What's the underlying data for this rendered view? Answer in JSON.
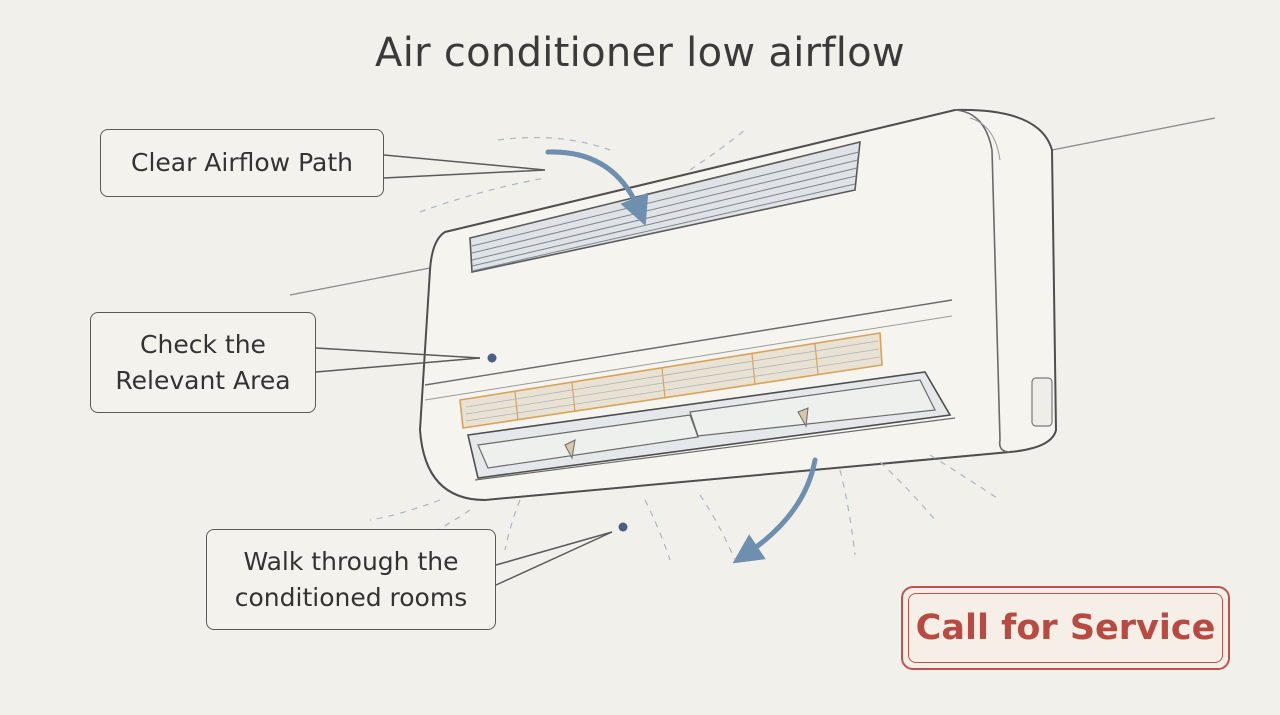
{
  "title": "Air conditioner low airflow",
  "callouts": {
    "airflow": {
      "lines": [
        "Clear Airflow Path"
      ]
    },
    "area": {
      "lines": [
        "Check the",
        "Relevant Area"
      ]
    },
    "rooms": {
      "lines": [
        "Walk through the",
        "conditioned rooms"
      ]
    }
  },
  "action": {
    "label": "Call for Service"
  },
  "colors": {
    "background": "#f2f0ea",
    "outline": "#5a5a5a",
    "airflow_arrow": "#6f8fb0",
    "filter_highlight": "#d8a25a",
    "marker_dot": "#4a5f86",
    "service": "#b84a42"
  },
  "icons": {
    "intake_arrow": "curved-arrow-down-icon",
    "outlet_arrow": "curved-arrow-down-left-icon"
  }
}
